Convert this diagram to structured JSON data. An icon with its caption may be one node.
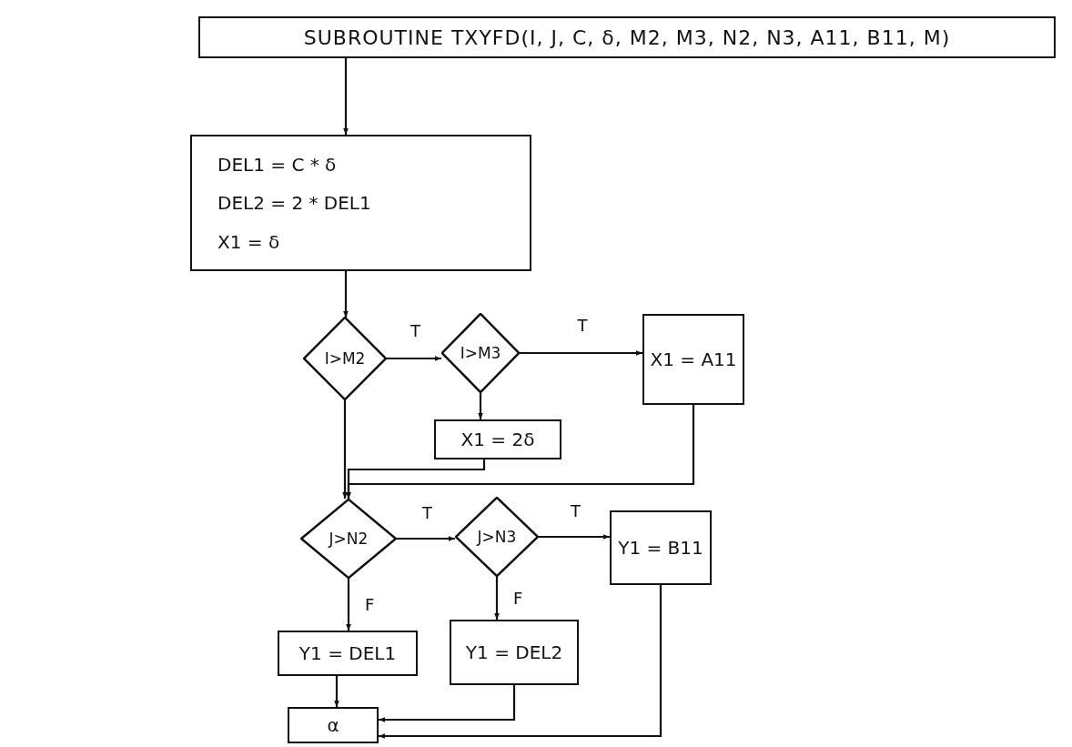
{
  "diagram": {
    "nodes": [
      {
        "text": [
          "SUBROUTINE  TXYFD(I, J, C, δ, M2, M3, N2, N3, A11, B11, M)"
        ]
      },
      {
        "text": [
          "DEL1 = C * δ",
          "DEL2 = 2 * DEL1",
          "X1 = δ"
        ]
      },
      {
        "text": [
          "I>M2"
        ]
      },
      {
        "text": [
          "I>M3"
        ]
      },
      {
        "text": [
          "X1 = A11"
        ]
      },
      {
        "text": [
          "X1 = 2δ"
        ]
      },
      {
        "text": [
          "J>N2"
        ]
      },
      {
        "text": [
          "J>N3"
        ]
      },
      {
        "text": [
          "Y1 = B11"
        ]
      },
      {
        "text": [
          "Y1 = DEL1"
        ]
      },
      {
        "text": [
          "Y1 = DEL2"
        ]
      },
      {
        "text": [
          "α"
        ]
      }
    ],
    "edges": [
      {
        "from": 0,
        "to": 1,
        "arrow": "to"
      },
      {
        "from": 1,
        "to": 2,
        "arrow": "to"
      },
      {
        "from": 2,
        "to": 3,
        "arrow": "to",
        "label": "T"
      },
      {
        "from": 3,
        "to": 4,
        "arrow": "to",
        "label": "T"
      },
      {
        "from": 3,
        "to": 5,
        "arrow": "to"
      },
      {
        "from": 2,
        "to": 6,
        "arrow": "to"
      },
      {
        "from": 5,
        "to": 6,
        "arrow": "to"
      },
      {
        "from": 4,
        "to": 6,
        "arrow": "to"
      },
      {
        "from": 6,
        "to": 7,
        "arrow": "to",
        "label": "T"
      },
      {
        "from": 7,
        "to": 8,
        "arrow": "to",
        "label": "T"
      },
      {
        "from": 6,
        "to": 9,
        "arrow": "to",
        "label": "F"
      },
      {
        "from": 7,
        "to": 10,
        "arrow": "to",
        "label": "F"
      },
      {
        "from": 9,
        "to": 11,
        "arrow": "to"
      },
      {
        "from": 10,
        "to": 11,
        "arrow": "to"
      },
      {
        "from": 8,
        "to": 11,
        "arrow": "to"
      }
    ]
  }
}
